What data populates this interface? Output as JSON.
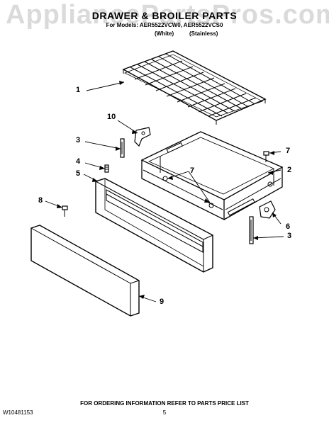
{
  "watermark": "AppliancePartsPros.com",
  "title": "DRAWER & BROILER PARTS",
  "models_line": "For Models: AER5522VCW0, AER5522VCS0",
  "variants": [
    "(White)",
    "(Stainless)"
  ],
  "callouts": [
    "1",
    "10",
    "3",
    "4",
    "5",
    "7",
    "2",
    "7",
    "8",
    "6",
    "3",
    "9"
  ],
  "footer": {
    "doc_number": "W10481153",
    "ordering_info": "FOR ORDERING INFORMATION REFER TO PARTS PRICE LIST",
    "page_number": "5"
  }
}
